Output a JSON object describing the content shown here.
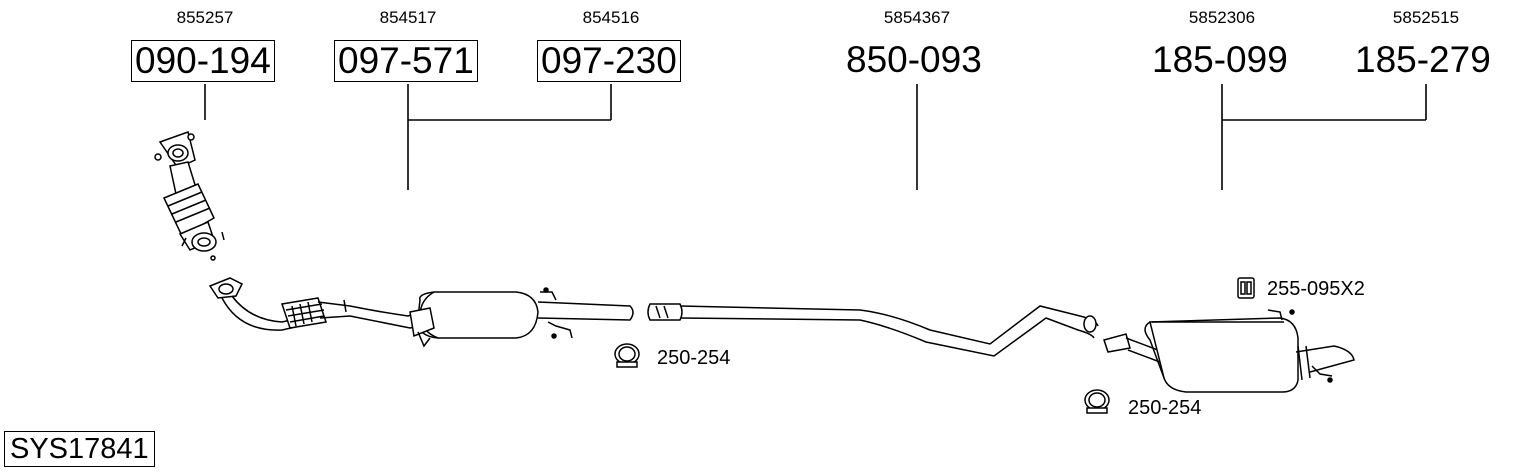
{
  "parts": [
    {
      "id": "front",
      "oe": "855257",
      "number": "090-194",
      "boxed": true
    },
    {
      "id": "mid1",
      "oe": "854517",
      "number": "097-571",
      "boxed": true
    },
    {
      "id": "mid2",
      "oe": "854516",
      "number": "097-230",
      "boxed": true
    },
    {
      "id": "pipe",
      "oe": "5854367",
      "number": "850-093",
      "boxed": false
    },
    {
      "id": "rear1",
      "oe": "5852306",
      "number": "185-099",
      "boxed": false
    },
    {
      "id": "rear2",
      "oe": "5852515",
      "number": "185-279",
      "boxed": false
    }
  ],
  "accessories": [
    {
      "id": "clamp-front",
      "label": "250-254",
      "icon": "clamp-icon"
    },
    {
      "id": "clamp-rear",
      "label": "250-254",
      "icon": "clamp-icon"
    },
    {
      "id": "rubber",
      "label": "255-095X2",
      "icon": "rubber-mount-icon"
    }
  ],
  "system_code": "SYS17841"
}
